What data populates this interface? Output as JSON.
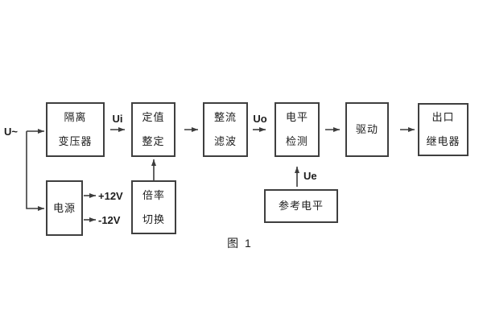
{
  "figure": {
    "caption": "图 1",
    "input_label": "U~",
    "signal_labels": {
      "ui": "Ui",
      "uo": "Uo",
      "ue": "Ue"
    },
    "power_labels": {
      "positive": "+12V",
      "negative": "-12V"
    },
    "blocks": {
      "isolation_transformer": "隔离\n变压器",
      "setting": "定值\n整定",
      "rectifier_filter": "整流\n滤波",
      "level_detection": "电平\n检测",
      "drive": "驱动",
      "output_relay": "出口\n继电器",
      "power_supply": "电源",
      "ratio_switch": "倍率\n切换",
      "reference_level": "参考电平"
    },
    "line_color": "#3c3c3c",
    "border_color": "#3f3f3f",
    "background_color": "#ffffff"
  }
}
